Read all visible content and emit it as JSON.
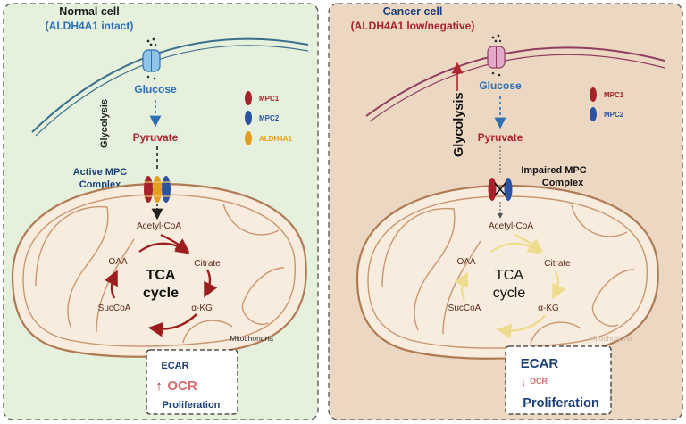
{
  "colors": {
    "left_bg": "#e5f1dd",
    "right_bg": "#ecd7c2",
    "membrane": "#3c6f8a",
    "membrane_cancer": "#8f3f5e",
    "mito_fill": "#f8ecde",
    "mito_stroke": "#b07a55",
    "tca_active": "#9b1d1d",
    "tca_impaired": "#eedc8e",
    "metabolite_red": "#b0252e",
    "glucose_blue": "#2f6fb6",
    "mpc1": "#a7212a",
    "mpc2": "#2a54a3",
    "aldh4a1": "#e59e1c",
    "navy": "#1b3f7a"
  },
  "left": {
    "title": "Normal cell",
    "subtitle": "(ALDH4A1 intact)",
    "glucose": "Glucose",
    "glycolysis": "Glycolysis",
    "pyruvate": "Pyruvate",
    "complex_line1": "Active MPC",
    "complex_line2": "Complex",
    "acetyl_coa": "Acetyl-CoA",
    "tca_line1": "TCA",
    "tca_line2": "cycle",
    "oaa": "OAA",
    "citrate": "Citrate",
    "succoa": "SucCoA",
    "akg": "α-KG",
    "mitochondria": "Mitochondria",
    "legend": [
      {
        "label": "MPC1",
        "color": "#a7212a"
      },
      {
        "label": "MPC2",
        "color": "#2a54a3"
      },
      {
        "label": "ALDH4A1",
        "color": "#e59e1c"
      }
    ],
    "box": {
      "ecar": "ECAR",
      "ocr_arrow": "↑",
      "ocr": "OCR",
      "proliferation": "Proliferation"
    }
  },
  "right": {
    "title": "Cancer cell",
    "subtitle": "(ALDH4A1 low/negative)",
    "glucose": "Glucose",
    "glycolysis": "Glycolysis",
    "pyruvate": "Pyruvate",
    "complex_line1": "Impaired MPC",
    "complex_line2": "Complex",
    "acetyl_coa": "Acetyl-CoA",
    "tca_line1": "TCA",
    "tca_line2": "cycle",
    "oaa": "OAA",
    "citrate": "Citrate",
    "succoa": "SucCoA",
    "akg": "α-KG",
    "mitochondria": "Mitochondria",
    "legend": [
      {
        "label": "MPC1",
        "color": "#a7212a"
      },
      {
        "label": "MPC2",
        "color": "#2a54a3"
      }
    ],
    "box": {
      "ecar": "ECAR",
      "ocr_arrow": "↓",
      "ocr": "OCR",
      "proliferation": "Proliferation"
    }
  }
}
